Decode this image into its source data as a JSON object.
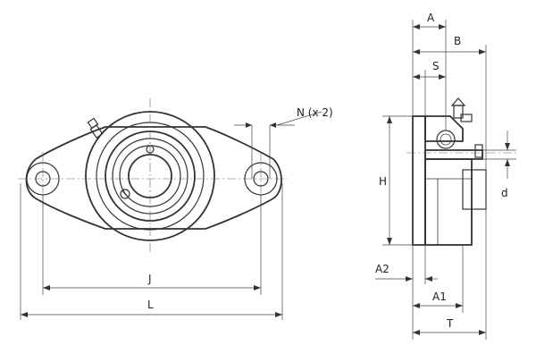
{
  "labels": {
    "N": "N (x 2)",
    "J": "J",
    "L": "L",
    "A": "A",
    "B": "B",
    "S": "S",
    "H": "H",
    "d": "d",
    "A2": "A2",
    "A1": "A1",
    "T": "T"
  }
}
